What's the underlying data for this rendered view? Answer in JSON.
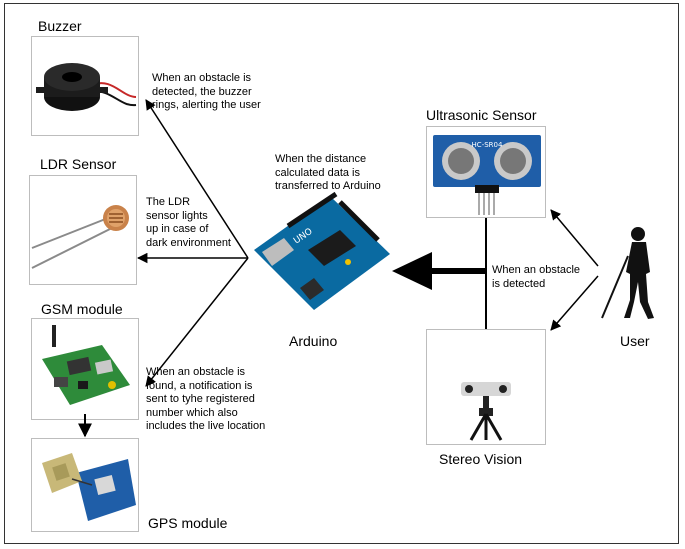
{
  "components": {
    "buzzer": {
      "title": "Buzzer",
      "note": [
        "When an obstacle is",
        "detected, the buzzer",
        "rings, alerting the user"
      ]
    },
    "ldr": {
      "title": "LDR Sensor",
      "note": [
        "The LDR",
        "sensor lights",
        "up in case of",
        "dark environment"
      ]
    },
    "gsm": {
      "title": "GSM module",
      "note": [
        "When an obstacle is",
        "found, a notification is",
        "sent to tyhe registered",
        "number which also",
        "includes the live location"
      ]
    },
    "gps": {
      "title": "GPS module"
    },
    "arduino": {
      "title": "Arduino",
      "note": [
        "When the distance",
        "calculated data is",
        "transferred to Arduino"
      ]
    },
    "ultrasonic": {
      "title": "Ultrasonic Sensor",
      "chip_label": "HC-SR04"
    },
    "stereo": {
      "title": "Stereo Vision"
    },
    "user": {
      "title": "User"
    },
    "obstacle_note": [
      "When an obstacle",
      "is detected"
    ]
  },
  "colors": {
    "arrow": "#000000",
    "board_blue": "#0a6aa1",
    "sensor_blue": "#1f5ea8",
    "pcb_green": "#2e8b3a",
    "box_border": "#bdbdbd"
  },
  "icons": [
    "buzzer-image",
    "ldr-image",
    "gsm-image",
    "gps-image",
    "arduino-image",
    "ultrasonic-image",
    "stereo-camera-image",
    "user-silhouette"
  ]
}
